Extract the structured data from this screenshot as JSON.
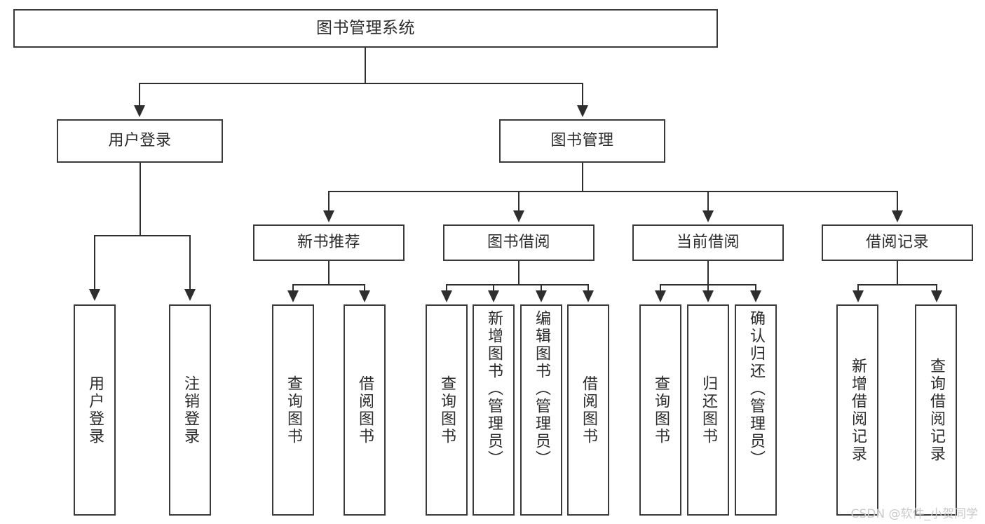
{
  "diagram": {
    "title": "图书管理系统",
    "type": "tree-hierarchy-chart",
    "root": {
      "label": "图书管理系统"
    },
    "level2": [
      {
        "label": "用户登录"
      },
      {
        "label": "图书管理"
      }
    ],
    "level3": [
      {
        "label": "新书推荐"
      },
      {
        "label": "图书借阅"
      },
      {
        "label": "当前借阅"
      },
      {
        "label": "借阅记录"
      }
    ],
    "leaves": {
      "user_login": [
        {
          "label": "用户登录"
        },
        {
          "label": "注销登录"
        }
      ],
      "new_book_recommend": [
        {
          "label": "查询图书"
        },
        {
          "label": "借阅图书"
        }
      ],
      "book_borrow": [
        {
          "label": "查询图书"
        },
        {
          "label": "新增图书（管理员）"
        },
        {
          "label": "编辑图书（管理员）"
        },
        {
          "label": "借阅图书"
        }
      ],
      "current_borrow": [
        {
          "label": "查询图书"
        },
        {
          "label": "归还图书"
        },
        {
          "label": "确认归还（管理员）"
        }
      ],
      "borrow_record": [
        {
          "label": "新增借阅记录"
        },
        {
          "label": "查询借阅记录"
        }
      ]
    }
  },
  "watermark": {
    "text": "CSDN @软件_小贺同学"
  },
  "colors": {
    "box_border": "#3a3a3a",
    "connector": "#2e2e2e",
    "text": "#2b2b2b",
    "background": "#ffffff",
    "watermark": "#c9c9c9"
  }
}
